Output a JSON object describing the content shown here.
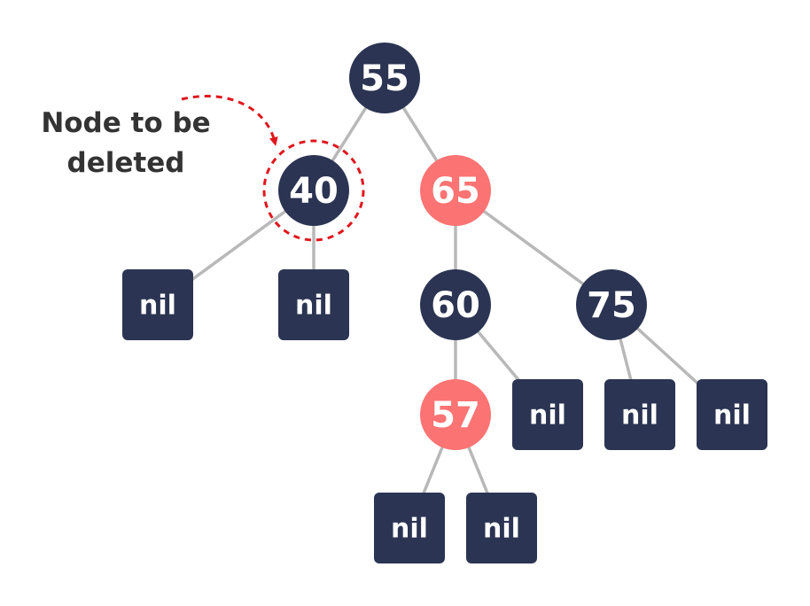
{
  "colors": {
    "black_node": "#2b3452",
    "red_node": "#fb7373",
    "edge": "#b8b8b8",
    "annotation_text": "#333333",
    "highlight": "#e0161d"
  },
  "annotation": {
    "lines": [
      "Node to be",
      "deleted"
    ],
    "target": "40"
  },
  "tree": {
    "nodes": [
      {
        "id": "n55",
        "label": "55",
        "color": "black",
        "kind": "node"
      },
      {
        "id": "n40",
        "label": "40",
        "color": "black",
        "kind": "node"
      },
      {
        "id": "n65",
        "label": "65",
        "color": "red",
        "kind": "node"
      },
      {
        "id": "n60",
        "label": "60",
        "color": "black",
        "kind": "node"
      },
      {
        "id": "n75",
        "label": "75",
        "color": "black",
        "kind": "node"
      },
      {
        "id": "n57",
        "label": "57",
        "color": "red",
        "kind": "node"
      },
      {
        "id": "nil40L",
        "label": "nil",
        "kind": "nil"
      },
      {
        "id": "nil40R",
        "label": "nil",
        "kind": "nil"
      },
      {
        "id": "nil60R",
        "label": "nil",
        "kind": "nil"
      },
      {
        "id": "nil75L",
        "label": "nil",
        "kind": "nil"
      },
      {
        "id": "nil75R",
        "label": "nil",
        "kind": "nil"
      },
      {
        "id": "nil57L",
        "label": "nil",
        "kind": "nil"
      },
      {
        "id": "nil57R",
        "label": "nil",
        "kind": "nil"
      }
    ],
    "edges": [
      [
        "n55",
        "n40"
      ],
      [
        "n55",
        "n65"
      ],
      [
        "n40",
        "nil40L"
      ],
      [
        "n40",
        "nil40R"
      ],
      [
        "n65",
        "n60"
      ],
      [
        "n65",
        "n75"
      ],
      [
        "n60",
        "n57"
      ],
      [
        "n60",
        "nil60R"
      ],
      [
        "n75",
        "nil75L"
      ],
      [
        "n75",
        "nil75R"
      ],
      [
        "n57",
        "nil57L"
      ],
      [
        "n57",
        "nil57R"
      ]
    ]
  }
}
